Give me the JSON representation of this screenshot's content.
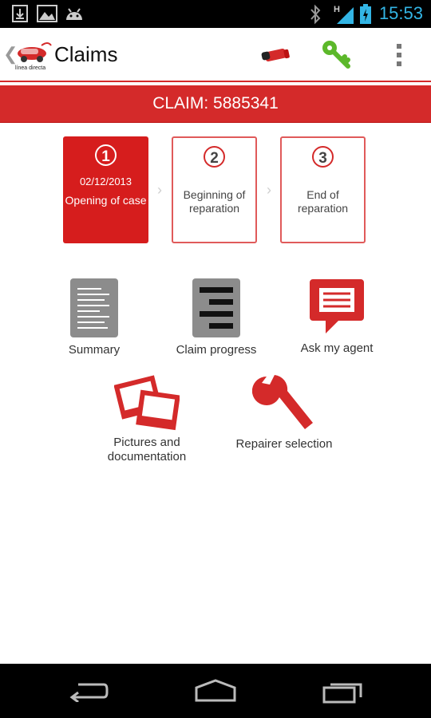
{
  "status_bar": {
    "time": "15:53"
  },
  "action_bar": {
    "title": "Claims",
    "logo_text": "línea directa"
  },
  "claim": {
    "label": "CLAIM: 5885341"
  },
  "steps": [
    {
      "number": "1",
      "date": "02/12/2013",
      "label": "Opening of case",
      "active": true
    },
    {
      "number": "2",
      "label": "Beginning of reparation",
      "active": false
    },
    {
      "number": "3",
      "label": "End of reparation",
      "active": false
    }
  ],
  "tiles": [
    {
      "label": "Summary",
      "icon": "document-icon"
    },
    {
      "label": "Claim progress",
      "icon": "progress-list-icon"
    },
    {
      "label": "Ask my agent",
      "icon": "chat-bubble-icon"
    },
    {
      "label": "Pictures and documentation",
      "icon": "photos-icon"
    },
    {
      "label": "Repairer selection",
      "icon": "wrench-icon"
    }
  ],
  "colors": {
    "brand_red": "#d42a2a",
    "step_active": "#d61d1d",
    "status_time": "#33b5e5",
    "key_green": "#5cb82a"
  }
}
